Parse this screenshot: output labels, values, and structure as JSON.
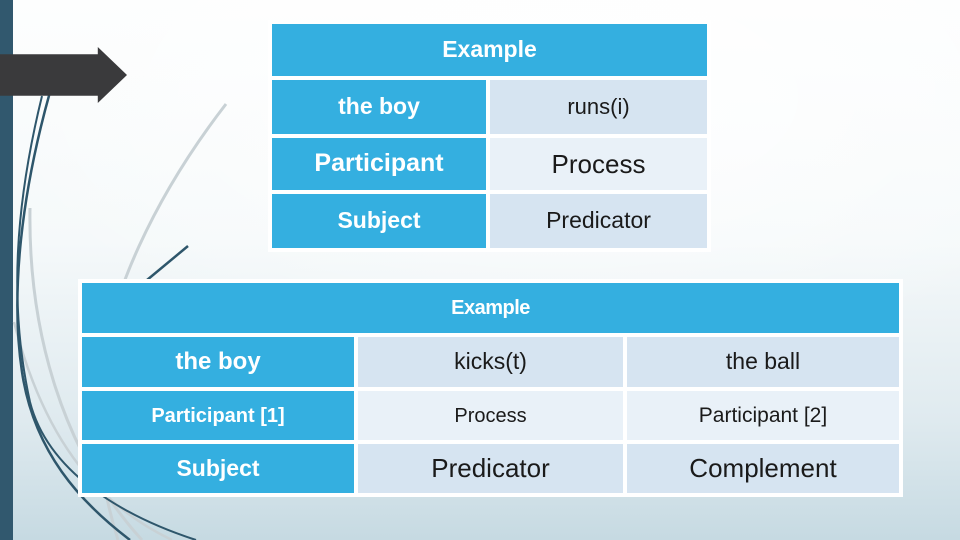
{
  "colors": {
    "accent_blue": "#34AFE0",
    "cell_light_a": "#D6E4F1",
    "cell_light_b": "#E9F1F8",
    "text_dark": "#1A1A1A",
    "bar_teal": "#31586E",
    "arrow_charcoal": "#3A3A3C",
    "curve_dark": "#2E566B",
    "curve_gray": "#C8D1D5",
    "bg_top": "#FDFEFE",
    "bg_bottom": "#C6DAE2"
  },
  "top_table": {
    "header": "Example",
    "rows": [
      [
        "the boy",
        "runs(i)"
      ],
      [
        "Participant",
        "Process"
      ],
      [
        "Subject",
        "Predicator"
      ]
    ]
  },
  "bottom_table": {
    "header": "Example",
    "rows": [
      [
        "the boy",
        "kicks(t)",
        "the ball"
      ],
      [
        "Participant [1]",
        "Process",
        "Participant [2]"
      ],
      [
        "Subject",
        "Predicator",
        "Complement"
      ]
    ]
  }
}
